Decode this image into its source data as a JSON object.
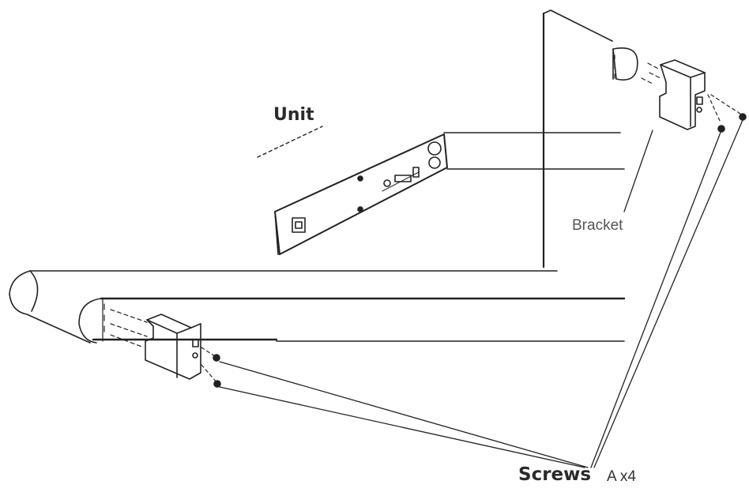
{
  "labels": {
    "unit": "Unit",
    "bracket": "Bracket",
    "screws": "Screws",
    "screws_qty": "A x4"
  },
  "colors": {
    "line": "#222222",
    "text": "#2a2a2a"
  }
}
